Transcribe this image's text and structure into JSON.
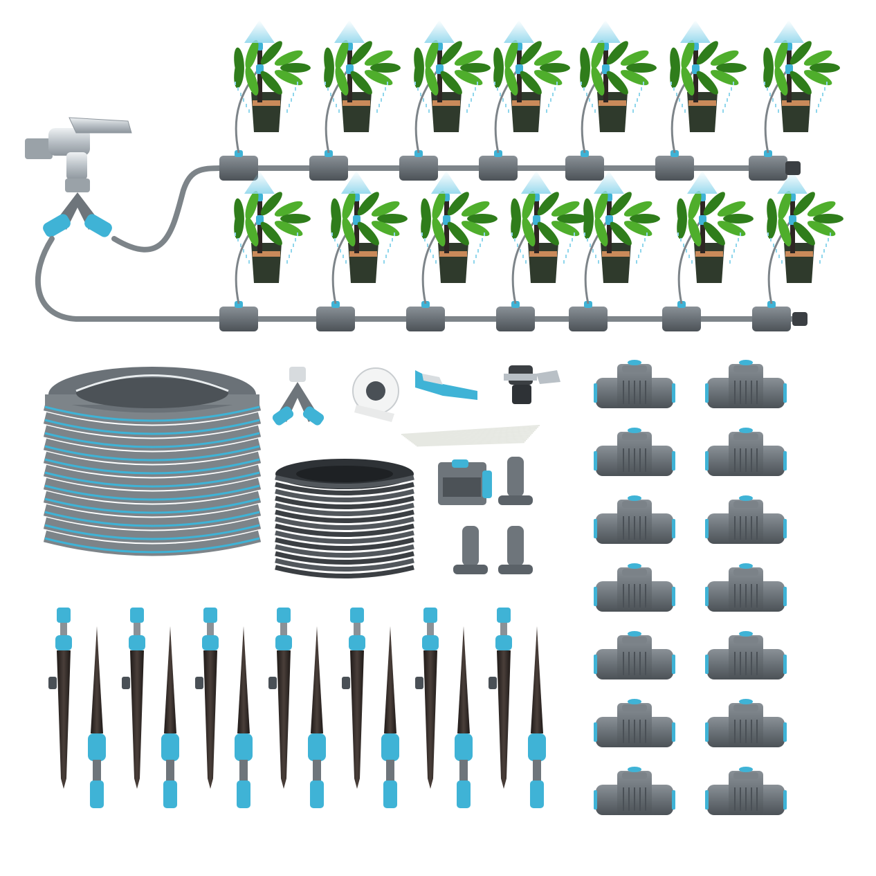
{
  "colors": {
    "background": "#ffffff",
    "hose_gray": "#7d8489",
    "hose_dark": "#5b6268",
    "accent_blue": "#3fb3d6",
    "tube_black": "#3b3f43",
    "stake_brown": "#2e2623",
    "leaf_green": "#4fae2c",
    "leaf_dark": "#2f7d1b",
    "pot_dark": "#2f3a2c",
    "pot_label": "#c98a5a",
    "chrome": "#c6ccd1",
    "fitting_gray": "#6e757b",
    "mist": "#8fd6ec"
  },
  "scene": {
    "plant_rows": 2,
    "plants_per_row": 7,
    "tee_connectors": 14,
    "sprinkler_stakes": 14,
    "cable_ties_bundle": 1,
    "tubing_coils": 2
  },
  "icons": {
    "faucet": "faucet-icon",
    "y_splitter": "y-splitter-icon",
    "tape": "teflon-tape-icon",
    "cutter": "tube-cutter-icon",
    "adapter": "faucet-adapter-icon",
    "end_plug": "end-plug-icon",
    "holder": "tube-holder-icon",
    "tee": "tee-connector-icon",
    "stake": "sprinkler-stake-icon"
  }
}
